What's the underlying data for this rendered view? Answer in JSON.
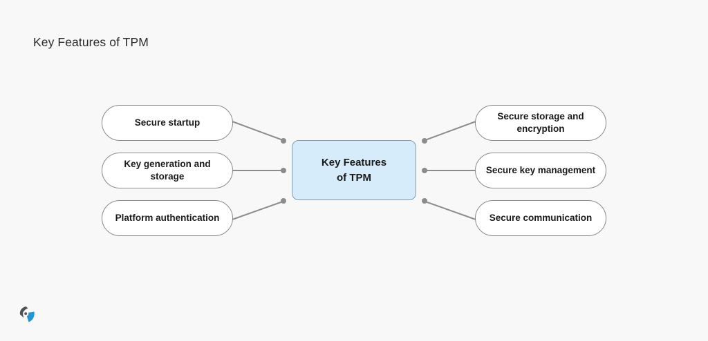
{
  "page": {
    "title": "Key Features of TPM",
    "background_color": "#f8f8f8"
  },
  "diagram": {
    "center_node": {
      "label_line1": "Key Features",
      "label_line2": "of TPM",
      "fill_color": "#d6ecfb",
      "border_color": "#7f9aaa"
    },
    "left_nodes": [
      {
        "label": "Secure startup"
      },
      {
        "label": "Key generation and storage"
      },
      {
        "label": "Platform authentication"
      }
    ],
    "right_nodes": [
      {
        "label": "Secure storage and encryption"
      },
      {
        "label": "Secure key management"
      },
      {
        "label": "Secure communication"
      }
    ],
    "node_fill_color": "#ffffff",
    "node_border_color": "#8a8a8a",
    "connector_color": "#8c8c8c"
  },
  "footer": {
    "logo_blue": "#2394d2",
    "logo_gray": "#4c5156"
  }
}
